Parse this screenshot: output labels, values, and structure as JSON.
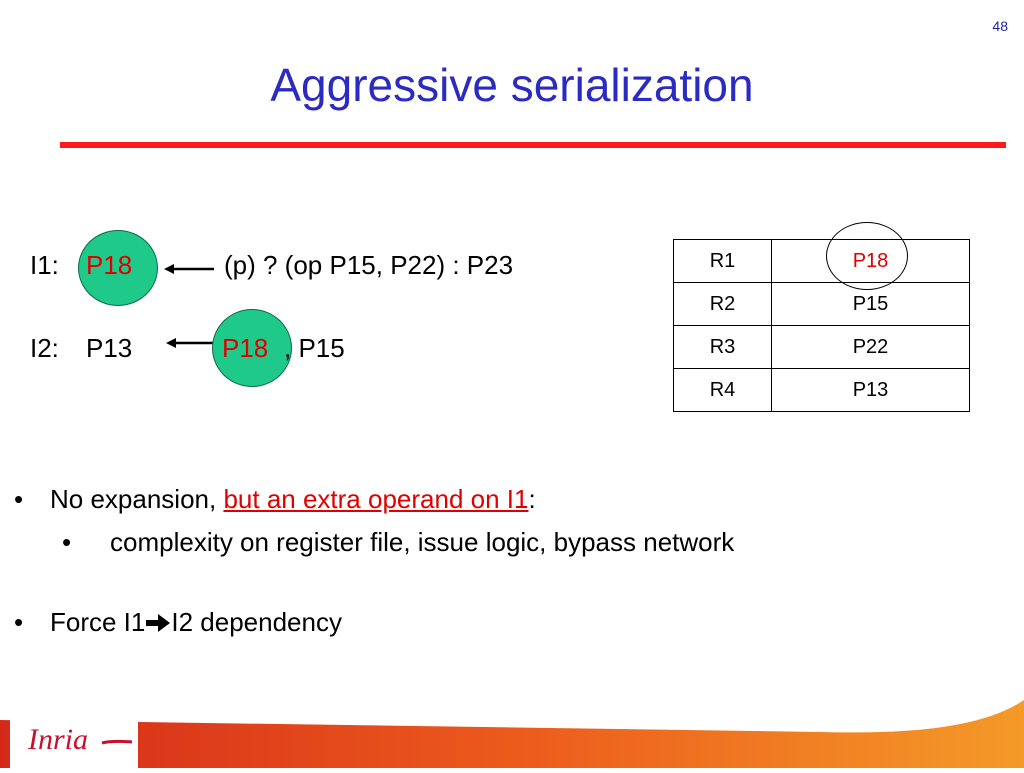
{
  "slide": {
    "number": "48",
    "title": "Aggressive serialization"
  },
  "instructions": {
    "i1": {
      "label": "I1:",
      "dest": "P18",
      "expr": "(p) ? (op P15, P22) : P23"
    },
    "i2": {
      "label": "I2:",
      "dest": "P13",
      "src_highlight": "P18",
      "src_rest": ", P15"
    }
  },
  "register_map": {
    "rows": [
      {
        "arch": "R1",
        "phys": "P18",
        "highlight": true
      },
      {
        "arch": "R2",
        "phys": "P15",
        "highlight": false
      },
      {
        "arch": "R3",
        "phys": "P22",
        "highlight": false
      },
      {
        "arch": "R4",
        "phys": "P13",
        "highlight": false
      }
    ]
  },
  "bullets": {
    "b1_prefix": "No expansion, ",
    "b1_link": "but an extra operand on I1",
    "b1_suffix": ":",
    "b1_sub": "complexity on register file, issue logic, bypass network",
    "b2_prefix": "Force I1",
    "b2_suffix": "I2 dependency",
    "bullet_glyph": "•"
  },
  "colors": {
    "title": "#2b2bc2",
    "accent_rule": "#ff1a1a",
    "highlight_text": "#e00000",
    "circle_fill": "#1ec98a",
    "footer_orange": "#f07a1c"
  },
  "footer": {
    "logo": "Inria"
  }
}
